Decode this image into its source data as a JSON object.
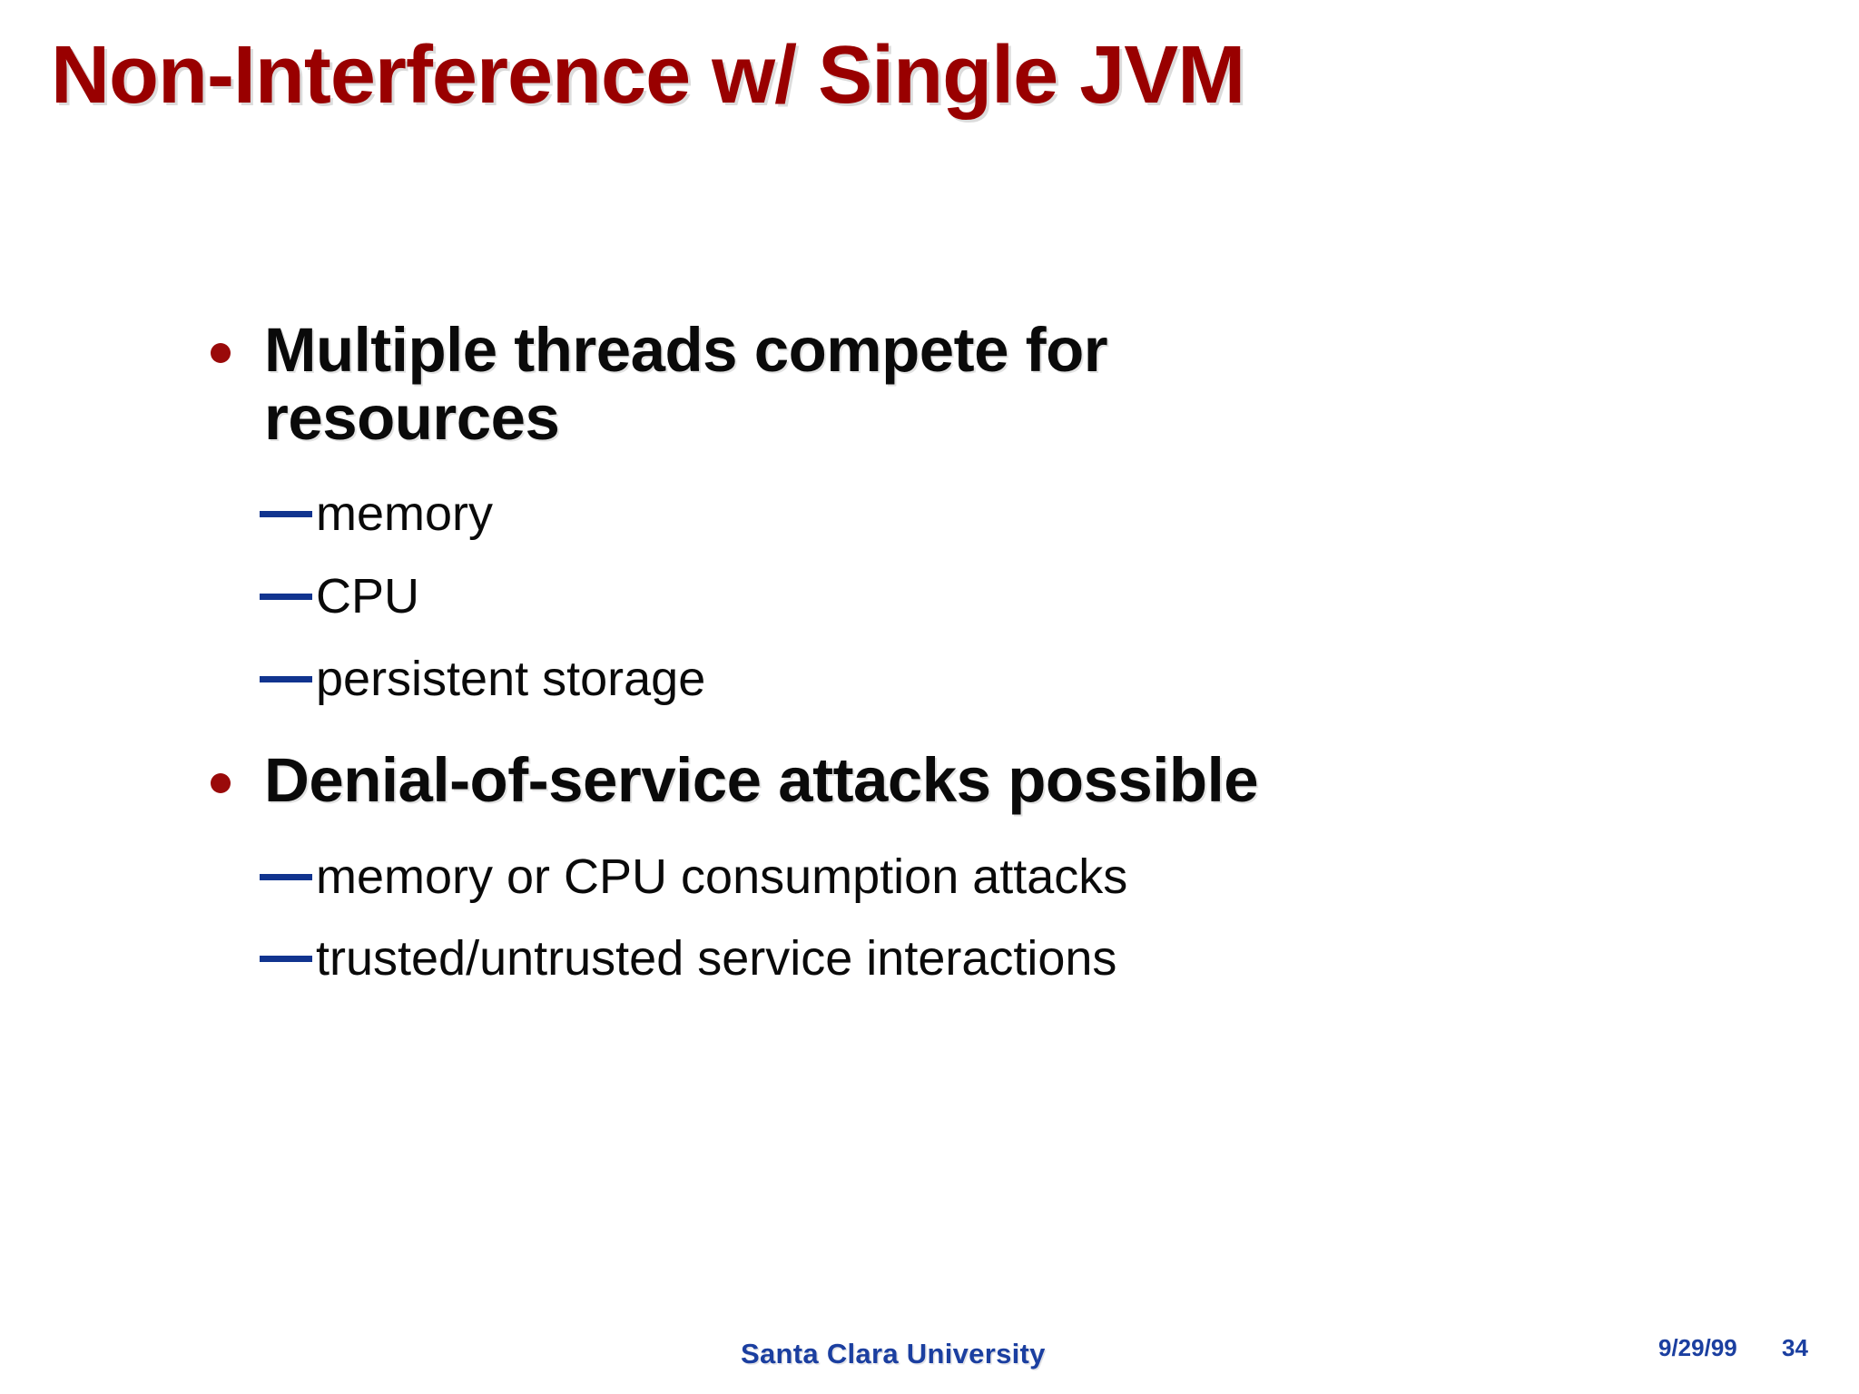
{
  "slide": {
    "title": "Non-Interference w/ Single JVM",
    "title_color": "#990000",
    "background_color": "#ffffff",
    "bullet_color": "#9a0a0a",
    "dash_color": "#11348f",
    "body_text_color": "#0a0a0a",
    "footer_color": "#1b3fa0"
  },
  "content": {
    "bullets": [
      {
        "text": "Multiple threads compete for resources",
        "subs": [
          {
            "text": "memory"
          },
          {
            "text": "CPU"
          },
          {
            "text": "persistent storage"
          }
        ]
      },
      {
        "text": "Denial-of-service attacks possible",
        "subs": [
          {
            "text": "memory or CPU consumption attacks"
          },
          {
            "text": "trusted/untrusted service interactions"
          }
        ]
      }
    ]
  },
  "footer": {
    "organization": "Santa Clara University",
    "date": "9/29/99",
    "page_number": "34"
  }
}
